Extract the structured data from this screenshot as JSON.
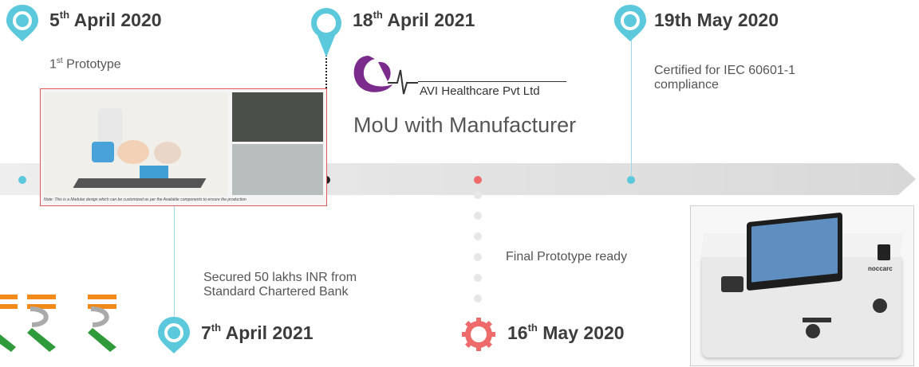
{
  "colors": {
    "accent": "#5bc8dc",
    "timeline": "#e2e2e2",
    "highlight": "#ef6b6b",
    "text": "#3c3c3c"
  },
  "milestones": [
    {
      "date_main": "5",
      "date_sup": "th",
      "date_rest": " April 2020",
      "desc_main": "1",
      "desc_sup": "st",
      "desc_rest": " Prototype"
    },
    {
      "date_main": "18",
      "date_sup": "th",
      "date_rest": " April 2021",
      "logo_text": "AVI Healthcare Pvt Ltd",
      "desc": "MoU with Manufacturer"
    },
    {
      "date": "19th May 2020",
      "desc": "Certified for IEC 60601-1 compliance"
    },
    {
      "date_main": "7",
      "date_sup": "th",
      "date_rest": " April 2021",
      "desc": "Secured 50 lakhs INR from Standard Chartered Bank"
    },
    {
      "date_main": "16",
      "date_sup": "th",
      "date_rest": " May 2020",
      "desc": "Final Prototype ready"
    }
  ],
  "prototype_image": {
    "note": "Note: This is a Modular design which can be customized as per the Available components to ensure the production"
  },
  "device_image": {
    "brand": "noccarc"
  },
  "icons": [
    "location-pin-icon",
    "gear-pin-icon",
    "rupee-icon"
  ]
}
